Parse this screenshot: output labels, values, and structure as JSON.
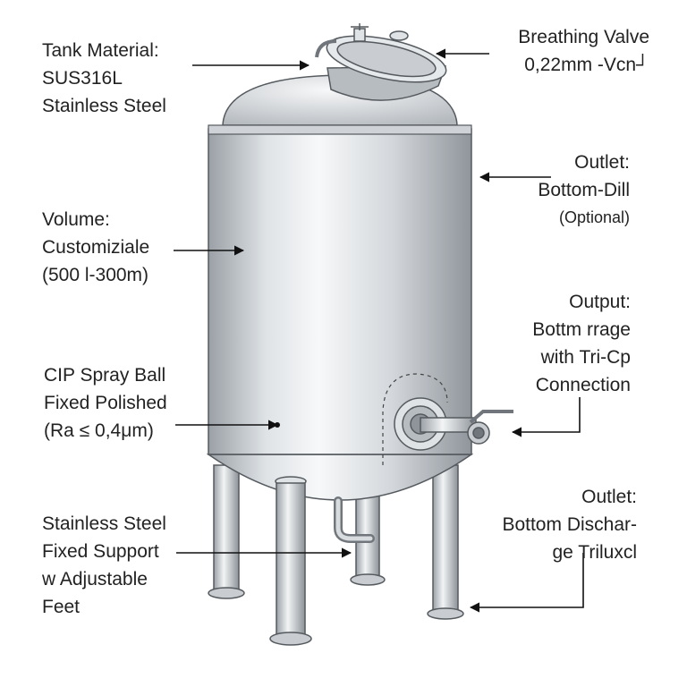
{
  "labels": {
    "tank_material": [
      "Tank Material:",
      "SUS316L",
      "Stainless Steel"
    ],
    "breathing_valve": [
      "Breathing Valve",
      "0,22mm -Vcn┘"
    ],
    "outlet_top": [
      "Outlet:",
      "Bottom-Dill",
      "(Optional)"
    ],
    "volume": [
      "Volume:",
      "Customiziale",
      "(500 l-300m)"
    ],
    "output": [
      "Output:",
      "Bottm rrage",
      "with Tri-Cp",
      "Connection"
    ],
    "cip": [
      "CIP Spray Ball",
      "Fixed Polished",
      "(Ra ≤ 0,4μm)"
    ],
    "support": [
      "Stainless Steel",
      "Fixed Support",
      "w Adjustable",
      "Feet"
    ],
    "outlet_bottom": [
      "Outlet:",
      "Bottom Dischar-",
      "ge Triluxcl"
    ]
  },
  "colors": {
    "text": "#222222",
    "steel_dark": "#8e949a",
    "steel_mid": "#c9cdd1",
    "steel_light": "#f4f6f7",
    "outline": "#555a5f",
    "arrow": "#111111"
  }
}
